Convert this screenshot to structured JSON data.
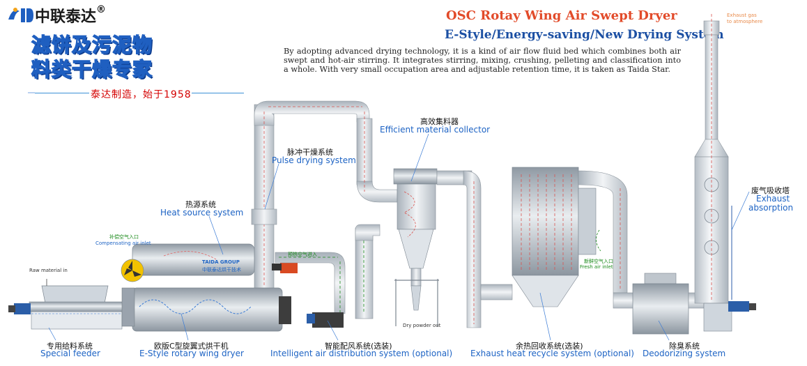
{
  "brand": {
    "name": "中联泰达",
    "reg": "®"
  },
  "slogan": {
    "line1": "滤饼及污泥物",
    "line2": "料类干燥专家"
  },
  "since": "泰达制造，始于1958",
  "title": {
    "main": "OSC Rotay Wing Air Swept Dryer",
    "sub": "E-Style/Energy-saving/New Drying System"
  },
  "description": "By adopting advanced drying technology, it is a kind of air flow fluid bed which combines both air swept and hot-air stirring. It integrates  stirring, mixing, crushing, pelleting and classification into a whole. With very small occupation area and adjustable retention time, it is taken as Taida Star.",
  "labels": {
    "pulse": {
      "cn": "脉冲干燥系统",
      "en": "Pulse drying system"
    },
    "collector": {
      "cn": "高效集料器",
      "en": "Efficient material collector"
    },
    "heat": {
      "cn": "热源系统",
      "en": "Heat source system"
    },
    "exhaust_abs": {
      "cn": "废气吸收塔",
      "en1": "Exhaust",
      "en2": "absorption"
    },
    "feeder": {
      "cn": "专用给料系统",
      "en": "Special feeder"
    },
    "dryer": {
      "cn": "欧版C型旋翼式烘干机",
      "en": "E-Style rotary wing dryer"
    },
    "air_dist": {
      "cn": "智能配风系统(选装)",
      "en": "Intelligent air distribution system (optional)"
    },
    "heat_recycle": {
      "cn": "余热回收系统(选装)",
      "en": "Exhaust heat recycle system (optional)"
    },
    "deodor": {
      "cn": "除臭系统",
      "en": "Deodorizing system"
    }
  },
  "small_labels": {
    "raw_material": "Raw material in",
    "comp_air_cn": "补偿空气入口",
    "comp_air_en": "Compensating air inlet",
    "preheat_air_cn": "预热空气进入",
    "fresh_air_cn": "新鲜空气入口",
    "fresh_air_en": "Fresh air inlet",
    "dry_powder": "Dry powder out",
    "exhaust_gas1": "Exhaust gas",
    "exhaust_gas2": "to atmosphere",
    "taida_group": "TAIDA GROUP",
    "drum_text": "中联泰达烘干技术"
  },
  "colors": {
    "accent_blue": "#1d63c4",
    "title_orange": "#e24b2a",
    "since_red": "#d40000",
    "flow_green": "#1a8a1a",
    "flow_orange": "#e88a4a"
  }
}
